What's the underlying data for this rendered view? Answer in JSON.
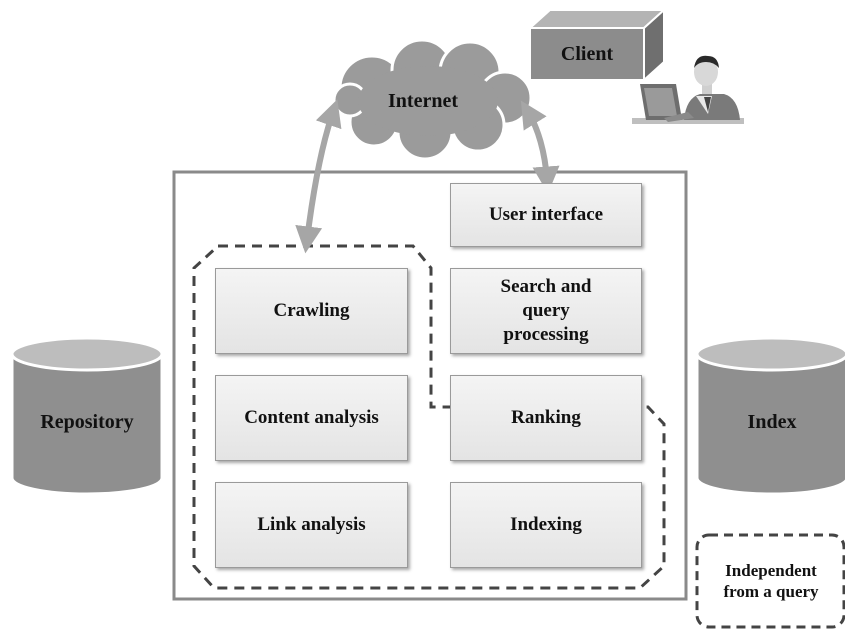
{
  "nodes": {
    "internet": "Internet",
    "client": "Client",
    "user_interface": "User interface",
    "search_query": "Search and query processing",
    "crawling": "Crawling",
    "content_analysis": "Content analysis",
    "ranking": "Ranking",
    "link_analysis": "Link analysis",
    "indexing": "Indexing",
    "repository": "Repository",
    "index": "Index"
  },
  "legend": {
    "text": "Independent from a query"
  },
  "colors": {
    "cylinder_fill": "#8f8f8f",
    "cylinder_top": "#bdbdbd",
    "cloud_fill": "#9b9b9b",
    "client_box": "#8c8c8c",
    "frame": "#8a8a8a",
    "dashed": "#444444",
    "arrow": "#a6a6a6"
  },
  "icons": {
    "user_at_computer": "person-at-laptop-icon"
  }
}
